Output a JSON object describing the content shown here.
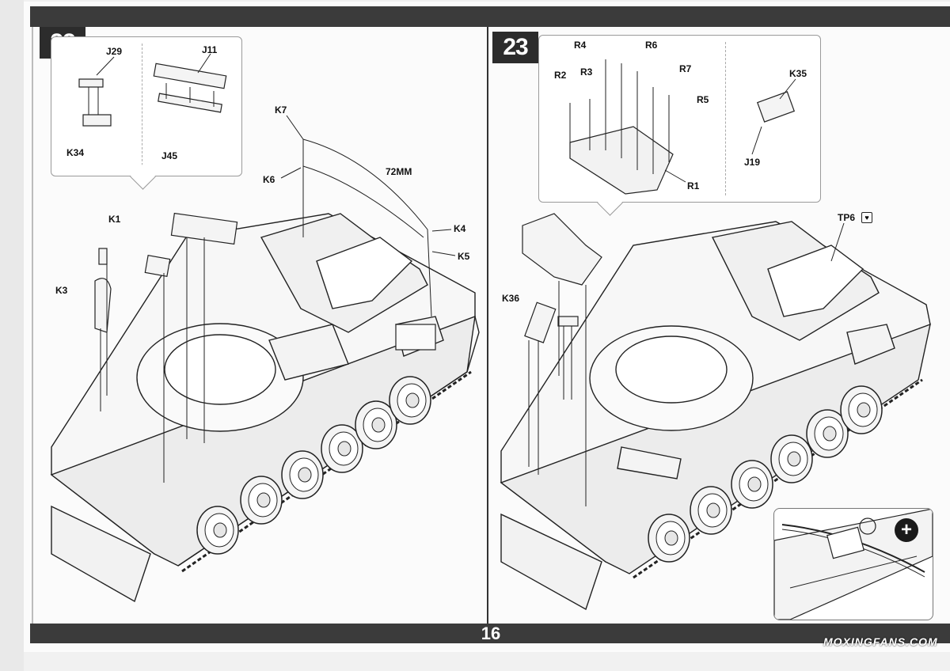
{
  "page": {
    "number": "16"
  },
  "step22": {
    "step_number": "22",
    "callout_parts": [
      "J29",
      "K34",
      "J11",
      "J45"
    ],
    "parts": [
      "K7",
      "K6",
      "72MM",
      "K1",
      "K3",
      "K4",
      "K5"
    ]
  },
  "step23": {
    "step_number": "23",
    "callout_parts": [
      "R4",
      "R6",
      "R2",
      "R3",
      "R7",
      "R5",
      "R1",
      "K35",
      "J19"
    ],
    "parts": [
      "TP6",
      "K36"
    ]
  },
  "watermark": "MOXINGFANS.COM",
  "colors": {
    "bar": "#3b3b3b",
    "badge": "#2c2c2c",
    "line": "#222222"
  },
  "icons": [
    "zoom-in-icon",
    "paint-icon"
  ]
}
